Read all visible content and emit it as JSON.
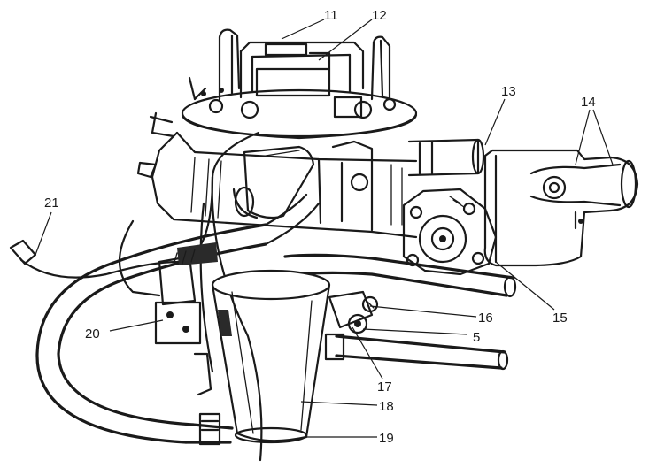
{
  "callouts": [
    {
      "id": "11",
      "text": "11"
    },
    {
      "id": "12",
      "text": "12"
    },
    {
      "id": "13",
      "text": "13"
    },
    {
      "id": "14",
      "text": "14"
    },
    {
      "id": "15",
      "text": "15"
    },
    {
      "id": "16",
      "text": "16"
    },
    {
      "id": "5",
      "text": "5"
    },
    {
      "id": "17",
      "text": "17"
    },
    {
      "id": "18",
      "text": "18"
    },
    {
      "id": "19",
      "text": "19"
    },
    {
      "id": "20",
      "text": "20"
    },
    {
      "id": "21",
      "text": "21"
    }
  ],
  "colors": {
    "ink": "#1a1a1a",
    "paper": "#ffffff"
  }
}
